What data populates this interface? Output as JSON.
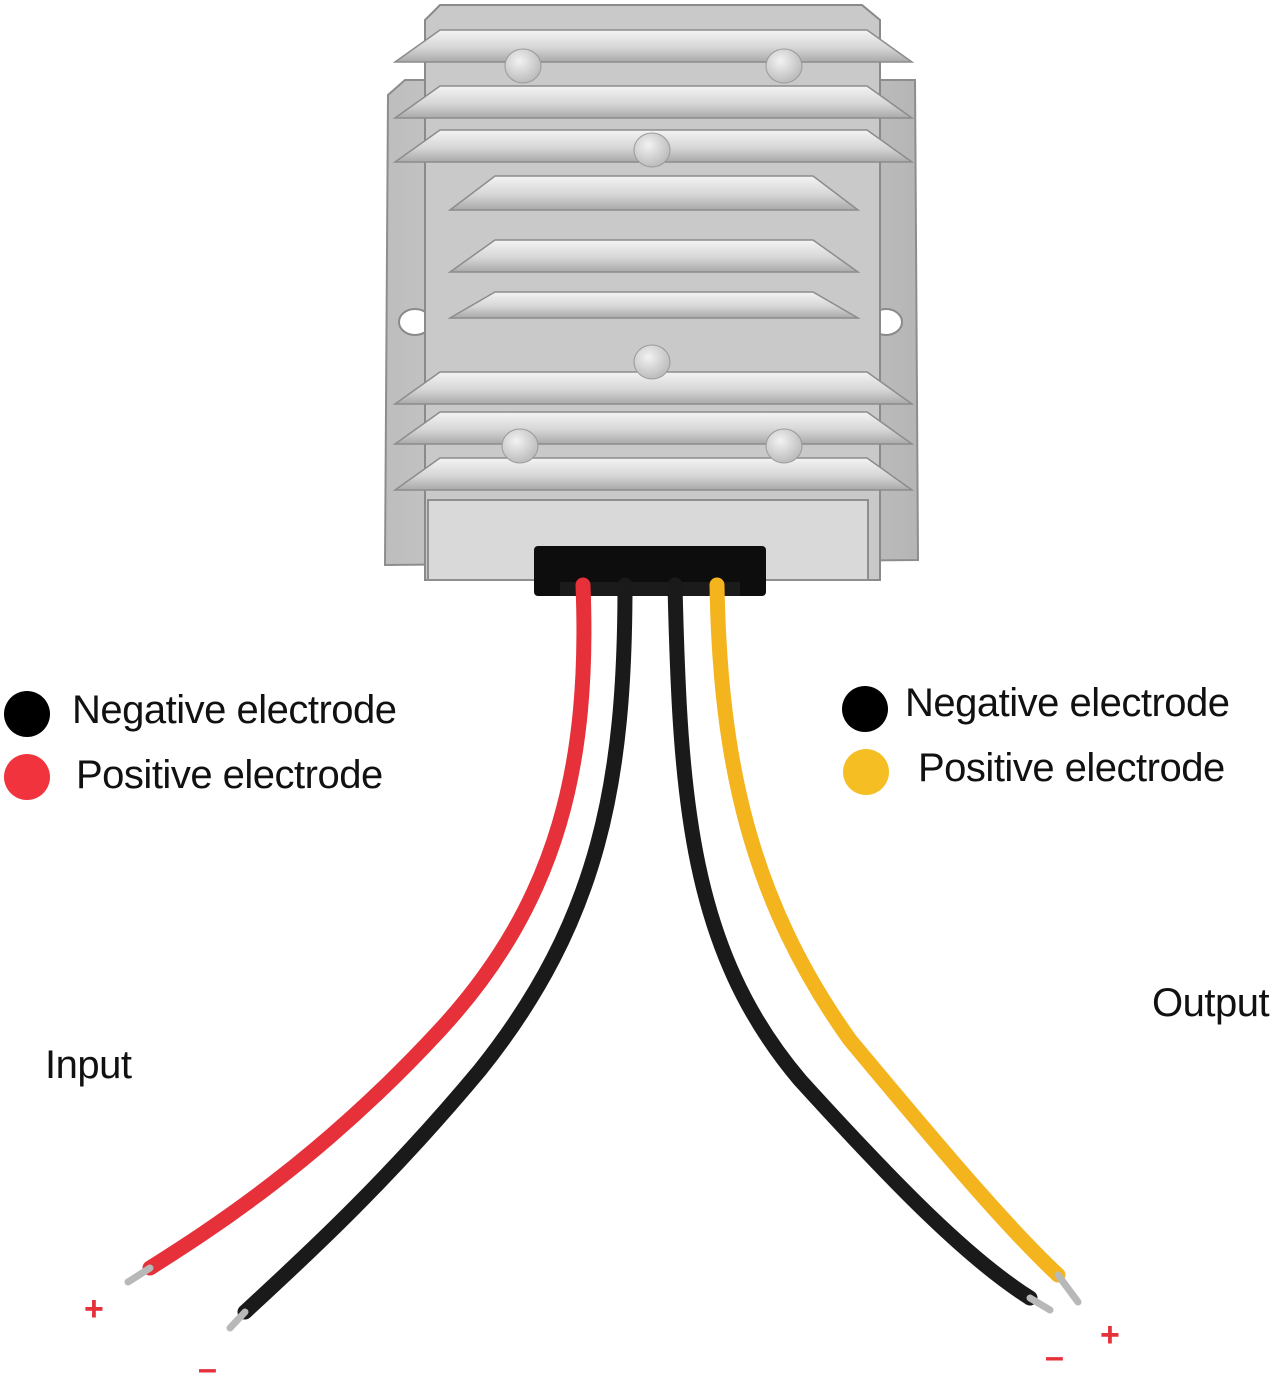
{
  "legend_left": {
    "negative": {
      "label": "Negative electrode",
      "color": "#000000"
    },
    "positive": {
      "label": "Positive electrode",
      "color": "#f0333c"
    }
  },
  "legend_right": {
    "negative": {
      "label": "Negative electrode",
      "color": "#000000"
    },
    "positive": {
      "label": "Positive electrode",
      "color": "#f5be22"
    }
  },
  "labels": {
    "input": "Input",
    "output": "Output"
  },
  "terminals": {
    "input_plus": "+",
    "input_minus": "–",
    "output_minus": "–",
    "output_plus": "+"
  },
  "wire_colors": {
    "red": "#e6303a",
    "black": "#1a1a1a",
    "yellow": "#f3b41e"
  }
}
